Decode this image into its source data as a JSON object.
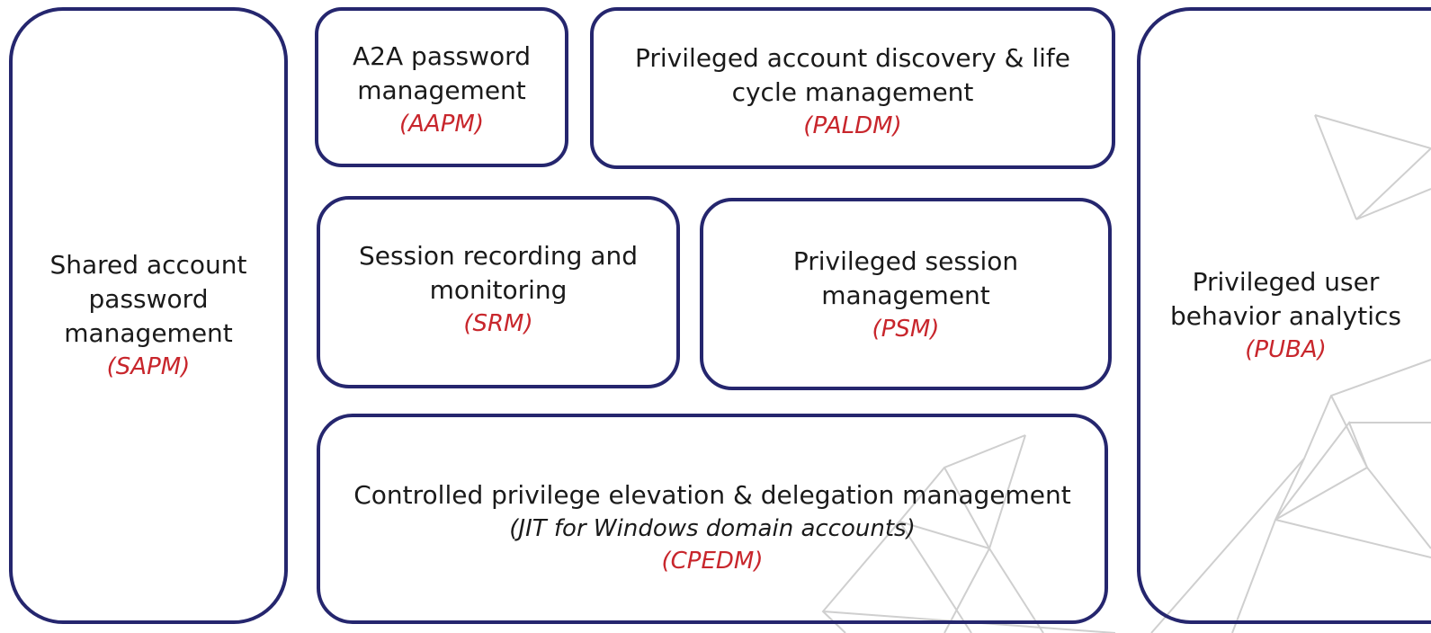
{
  "colors": {
    "border": "#25266e",
    "abbreviation": "#c8262c",
    "text": "#1a1a1a",
    "background_lines": "#c9c9c9"
  },
  "boxes": {
    "sapm": {
      "label_lines": [
        "Shared account",
        "password",
        "management"
      ],
      "abbr": "(SAPM)"
    },
    "aapm": {
      "label_lines": [
        "A2A password",
        "management"
      ],
      "abbr": "(AAPM)"
    },
    "paldm": {
      "label_lines": [
        "Privileged account discovery & life",
        "cycle management"
      ],
      "abbr": "(PALDM)"
    },
    "srm": {
      "label_lines": [
        "Session recording and",
        "monitoring"
      ],
      "abbr": "(SRM)"
    },
    "psm": {
      "label_lines": [
        "Privileged session",
        "management"
      ],
      "abbr": "(PSM)"
    },
    "cpedm": {
      "label_lines": [
        "Controlled privilege elevation & delegation management"
      ],
      "subtitle": "(JIT for Windows domain accounts)",
      "abbr": "(CPEDM)"
    },
    "puba": {
      "label_lines": [
        "Privileged user",
        "behavior analytics"
      ],
      "abbr": "(PUBA)"
    }
  }
}
